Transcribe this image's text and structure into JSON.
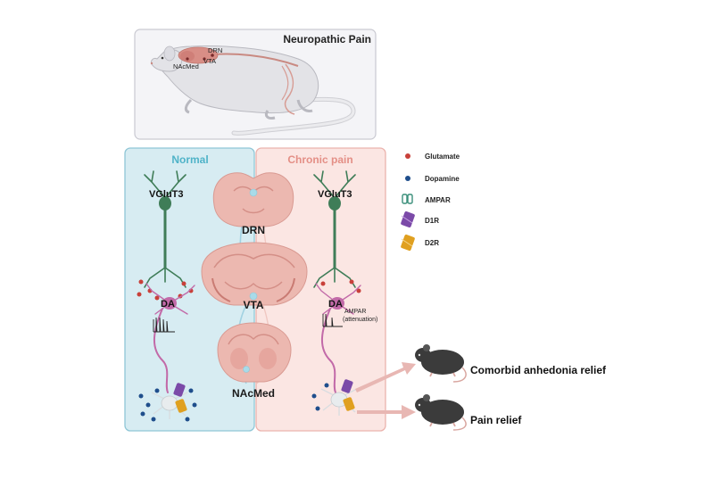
{
  "top_panel": {
    "title": "Neuropathic Pain",
    "labels": {
      "drn": "DRN",
      "vta": "VTA",
      "nacmed": "NAcMed"
    }
  },
  "panels": {
    "normal": {
      "title": "Normal"
    },
    "chronic": {
      "title": "Chronic pain"
    }
  },
  "neuron_labels": {
    "normal_vglut3": "VGluT3",
    "chronic_vglut3": "VGluT3",
    "normal_da": "DA",
    "chronic_da": "DA",
    "chronic_ampar_note_1": "AMPAR",
    "chronic_ampar_note_2": "(attenuation)"
  },
  "brain_labels": {
    "drn": "DRN",
    "vta": "VTA",
    "nacmed": "NAcMed"
  },
  "legend": [
    {
      "label": "Glutamate",
      "icon": "glutamate-dot-icon",
      "color": "#c8403a"
    },
    {
      "label": "Dopamine",
      "icon": "dopamine-dot-icon",
      "color": "#1f4e8c"
    },
    {
      "label": "AMPAR",
      "icon": "ampar-receptor-icon",
      "color": "#3a8f7a"
    },
    {
      "label": "D1R",
      "icon": "d1r-receptor-icon",
      "color": "#7b4aa8"
    },
    {
      "label": "D2R",
      "icon": "d2r-receptor-icon",
      "color": "#e0a020"
    }
  ],
  "outcomes": {
    "anhedonia": "Comorbid anhedonia relief",
    "pain": "Pain relief"
  },
  "colors": {
    "normal_bg": "#d7ecf2",
    "normal_border": "#8fc6d6",
    "normal_title": "#4fb3c8",
    "chronic_bg": "#fbe6e3",
    "chronic_border": "#ebb3ad",
    "chronic_title": "#e48f86",
    "vglut3_neuron": "#3f7d58",
    "da_neuron": "#c26aa8",
    "brain_tissue": "#e9b1a9",
    "mouse": "#3b3b3b",
    "arrow": "#e8b7b3"
  }
}
